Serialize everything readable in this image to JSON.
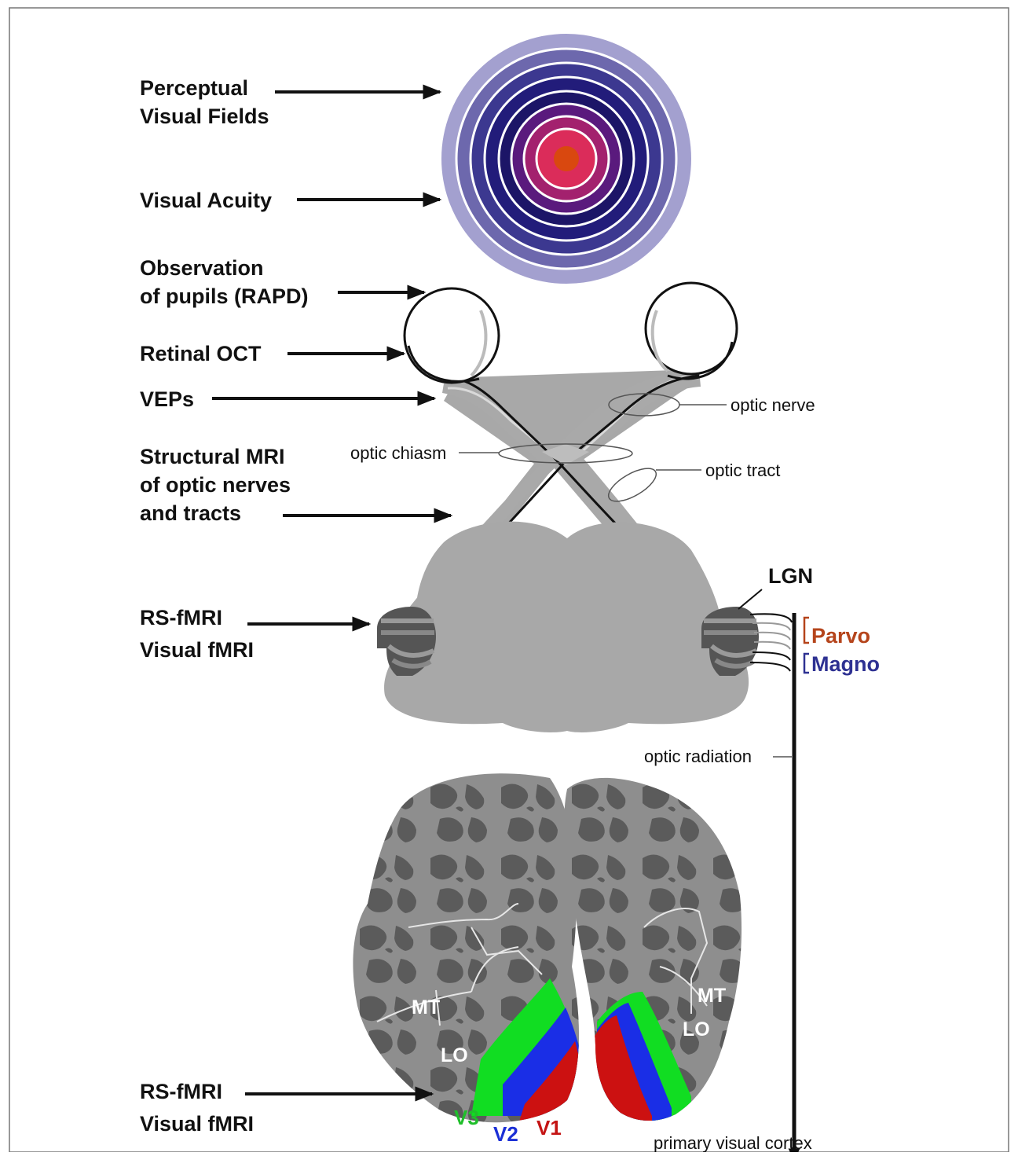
{
  "left_labels": [
    {
      "id": "perceptual",
      "lines": [
        "Perceptual",
        "Visual Fields"
      ]
    },
    {
      "id": "acuity",
      "lines": [
        "Visual Acuity"
      ]
    },
    {
      "id": "pupils",
      "lines": [
        "Observation",
        "of pupils (RAPD)"
      ]
    },
    {
      "id": "oct",
      "lines": [
        "Retinal OCT"
      ]
    },
    {
      "id": "veps",
      "lines": [
        "VEPs"
      ]
    },
    {
      "id": "mri",
      "lines": [
        "Structural MRI",
        "of optic nerves",
        "and tracts"
      ]
    },
    {
      "id": "fmri_lgn",
      "lines": [
        "RS-fMRI",
        "Visual fMRI"
      ]
    },
    {
      "id": "fmri_cortex",
      "lines": [
        "RS-fMRI",
        "Visual fMRI"
      ]
    }
  ],
  "anatomy": {
    "optic_nerve": "optic nerve",
    "optic_chiasm": "optic chiasm",
    "optic_tract": "optic tract",
    "lgn": "LGN",
    "parvo": "Parvo",
    "magno": "Magno",
    "optic_radiation": "optic radiation",
    "primary_visual_cortex": "primary visual cortex"
  },
  "cortex_labels": {
    "mt_left": "MT",
    "lo_left": "LO",
    "mt_right": "MT",
    "lo_right": "LO",
    "v3": "V3",
    "v2": "V2",
    "v1": "V1"
  },
  "colors": {
    "parvo": "#b5441b",
    "magno": "#2e3192",
    "v1": "#cc1111",
    "v2": "#1a2ee6",
    "v3": "#11dd22",
    "v3_label": "#1fbf2a",
    "v2_label": "#1b2fd6",
    "v1_label": "#c41414",
    "visual_field_center": "#d9480f",
    "visual_field_outer": "#a3a0cf"
  },
  "icons": [
    "arrow-right-icon",
    "arrow-down-icon"
  ]
}
